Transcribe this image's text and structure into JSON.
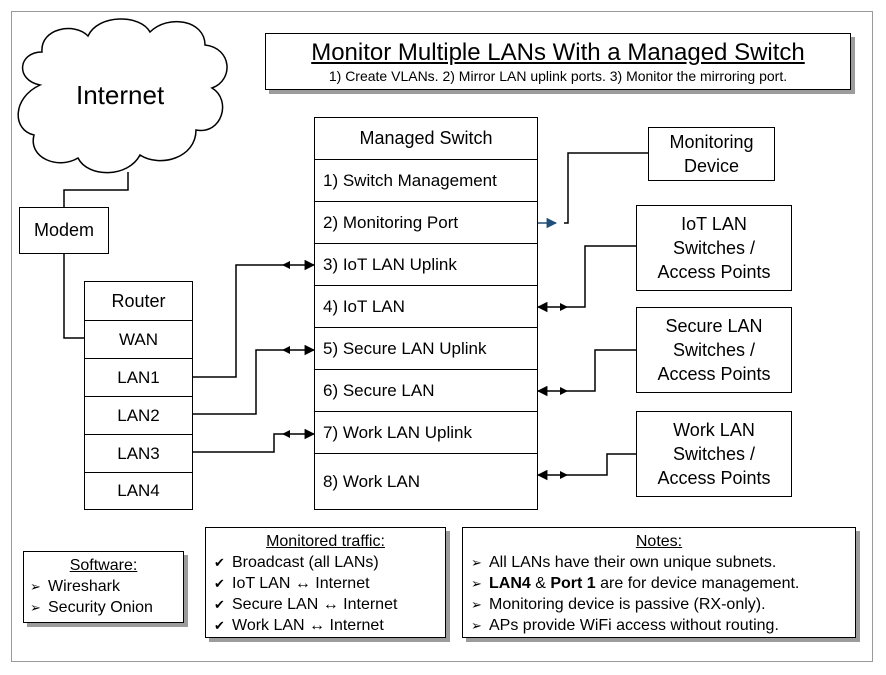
{
  "title": {
    "main": "Monitor Multiple LANs With a Managed Switch",
    "subtitle": "1) Create VLANs. 2) Mirror LAN uplink ports. 3) Monitor the mirroring port."
  },
  "internet": {
    "label": "Internet"
  },
  "modem": {
    "label": "Modem"
  },
  "router": {
    "label": "Router",
    "ports": [
      "WAN",
      "LAN1",
      "LAN2",
      "LAN3",
      "LAN4"
    ]
  },
  "switch": {
    "label": "Managed Switch",
    "ports": [
      "1) Switch Management",
      "2) Monitoring Port",
      "3) IoT LAN Uplink",
      "4) IoT LAN",
      "5) Secure LAN Uplink",
      "6) Secure LAN",
      "7) Work LAN Uplink",
      "8) Work LAN"
    ]
  },
  "monitoring_device": {
    "line1": "Monitoring",
    "line2": "Device"
  },
  "iot_switches": {
    "line1": "IoT LAN",
    "line2": "Switches /",
    "line3": "Access Points"
  },
  "secure_switches": {
    "line1": "Secure LAN",
    "line2": "Switches /",
    "line3": "Access Points"
  },
  "work_switches": {
    "line1": "Work LAN",
    "line2": "Switches /",
    "line3": "Access Points"
  },
  "software": {
    "heading": "Software:",
    "items": [
      "Wireshark",
      "Security Onion"
    ],
    "marker": "➢"
  },
  "monitored": {
    "heading": "Monitored traffic:",
    "items": [
      "Broadcast (all LANs)",
      "IoT LAN ↔ Internet",
      "Secure LAN ↔ Internet",
      "Work LAN ↔ Internet"
    ],
    "marker": "✔"
  },
  "notes": {
    "heading": "Notes:",
    "marker": "➢",
    "item1": "All LANs have their own unique subnets.",
    "item2_bold1": "LAN4",
    "item2_mid": " & ",
    "item2_bold2": "Port 1",
    "item2_rest": " are for device management.",
    "item3": "Monitoring device is passive (RX-only).",
    "item4": "APs provide WiFi access without routing."
  },
  "colors": {
    "mirror_arrows": "#1f4e79",
    "lines": "#000000",
    "shadow": "#9c9c9c"
  }
}
